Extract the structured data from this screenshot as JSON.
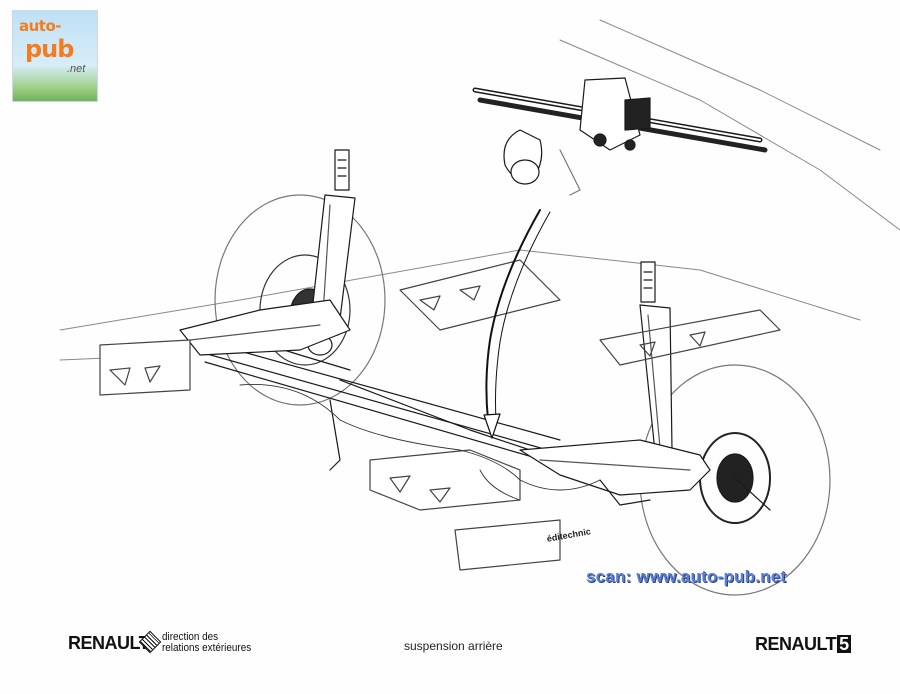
{
  "watermark": {
    "badge_line1": "auto-",
    "badge_line2": "pub",
    "badge_line3": ".net",
    "scan_text": "scan: www.auto-pub.net"
  },
  "illustration": {
    "credit": "éditechnic"
  },
  "footer": {
    "brand": "RENAULT",
    "department_line1": "direction des",
    "department_line2": "relations extérieures",
    "caption": "suspension arrière",
    "model_name": "RENAULT",
    "model_number": "5"
  },
  "colors": {
    "scan_text": "#5c7fd6",
    "badge_orange": "#f47c1c",
    "ink": "#111111"
  }
}
